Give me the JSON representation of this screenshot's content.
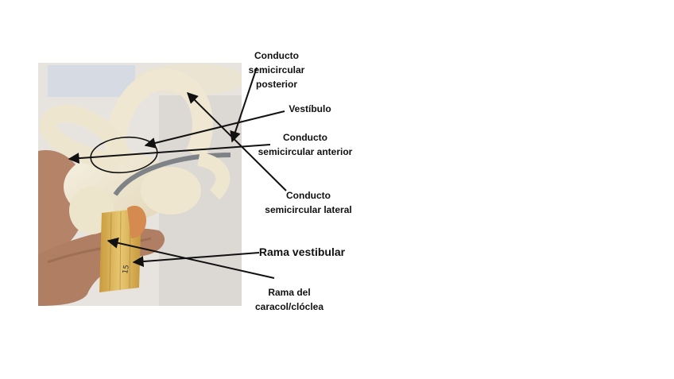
{
  "labels": {
    "posterior": [
      "Conducto",
      "semicircular",
      "posterior"
    ],
    "vestibulo": [
      "Vestíbulo"
    ],
    "anterior": [
      "Conducto",
      "semicircular anterior"
    ],
    "lateral": [
      "Conducto",
      "semicircular lateral"
    ],
    "rama_vestibular": [
      "Rama vestibular"
    ],
    "rama_caracol": [
      "Rama del",
      "caracol/clóclea"
    ]
  },
  "colors": {
    "bone": "#efe6cf",
    "nerve": "#d9b45a",
    "orange": "#d88a4a",
    "skin": "#b9876c",
    "line": "#111111"
  }
}
